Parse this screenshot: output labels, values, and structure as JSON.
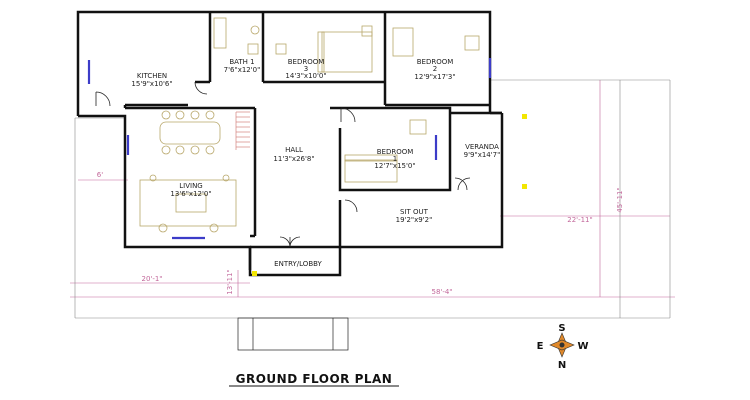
{
  "title": "GROUND FLOOR PLAN",
  "rooms": {
    "kitchen": {
      "name": "KITCHEN",
      "dim": "15'9\"x10'6\""
    },
    "bath": {
      "name": "BATH 1",
      "dim": "7'6\"x12'0\""
    },
    "bedroom3": {
      "name": "BEDROOM",
      "num": "3",
      "dim": "14'3\"x10'0\""
    },
    "bedroom2": {
      "name": "BEDROOM",
      "num": "2",
      "dim": "12'9\"x17'3\""
    },
    "hall": {
      "name": "HALL",
      "dim": "11'3\"x26'8\""
    },
    "bedroom1": {
      "name": "BEDROOM",
      "num": "1",
      "dim": "12'7\"x15'0\""
    },
    "veranda": {
      "name": "VERANDA",
      "dim": "9'9\"x14'7\""
    },
    "living": {
      "name": "LIVING",
      "dim": "13'6\"x12'0\""
    },
    "sitout": {
      "name": "SIT OUT",
      "dim": "19'2\"x9'2\""
    },
    "entry": {
      "name": "ENTRY/LOBBY"
    }
  },
  "dimensions": {
    "six_ft": "6'",
    "width_right": "22'-11\"",
    "height_right": "45'-11\"",
    "width_left": "20'-1\"",
    "depth_left": "13'-11\"",
    "overall": "58'-4\""
  },
  "compass": {
    "n": "N",
    "s": "S",
    "e": "E",
    "w": "W"
  },
  "colors": {
    "wall": "#111111",
    "dim_line": "#c2679a",
    "furniture": "#b8a76a",
    "window": "#3c3cc8",
    "marker": "#f2e600",
    "stair": "#d4837f"
  }
}
